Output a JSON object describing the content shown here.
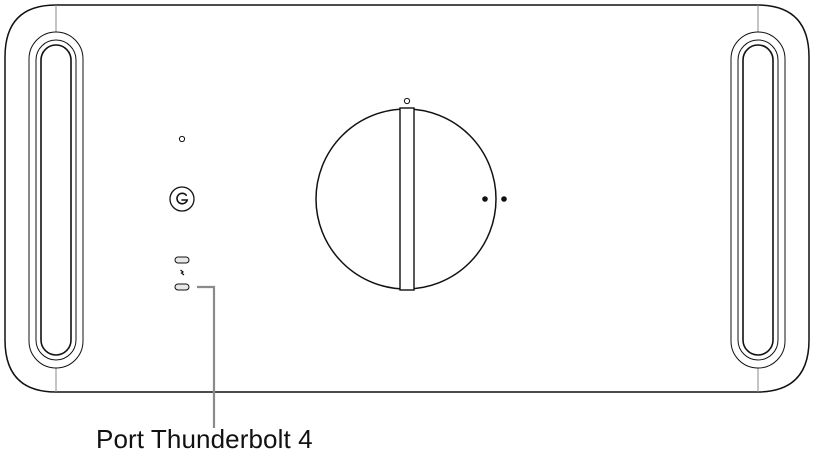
{
  "diagram": {
    "subject": "Mac Pro top view",
    "callouts": [
      {
        "label": "Port Thunderbolt 4",
        "target": "thunderbolt-port-lower"
      }
    ]
  },
  "colors": {
    "outline": "#111111",
    "leader_line": "#8a8a8a",
    "background": "#ffffff"
  }
}
